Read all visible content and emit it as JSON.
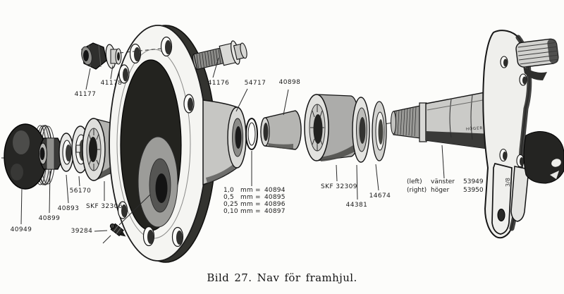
{
  "figure": {
    "caption": "Bild 27. Nav för framhjul.",
    "stamp": "HÖGER",
    "plate_mark": "3/8"
  },
  "labels": {
    "n40949": "40949",
    "n40899": "40899",
    "n40893": "40893",
    "n56170": "56170",
    "skf32306": "SKF 32306",
    "n39284": "39284",
    "n41177": "41177",
    "n41178": "41178",
    "n41176": "41176",
    "n54717": "54717",
    "n40898": "40898",
    "skf32309": "SKF 32309",
    "n44381": "44381",
    "n14674": "14674"
  },
  "shims": {
    "unit": "mm =",
    "rows": [
      {
        "size": "1,0",
        "number": "40894"
      },
      {
        "size": "0,5",
        "number": "40895"
      },
      {
        "size": "0,25",
        "number": "40896"
      },
      {
        "size": "0,10",
        "number": "40897"
      }
    ]
  },
  "variants": {
    "lines": [
      {
        "side": "(left)",
        "name": "vänster",
        "number": "53949"
      },
      {
        "side": "(right)",
        "name": "höger",
        "number": "53950"
      }
    ]
  },
  "colors": {
    "ink": "#1b1b1b",
    "paper": "#fcfcfa",
    "dark_metal": "#2b2b29",
    "mid_metal": "#b0b0ad",
    "light_metal": "#e2e2df"
  }
}
